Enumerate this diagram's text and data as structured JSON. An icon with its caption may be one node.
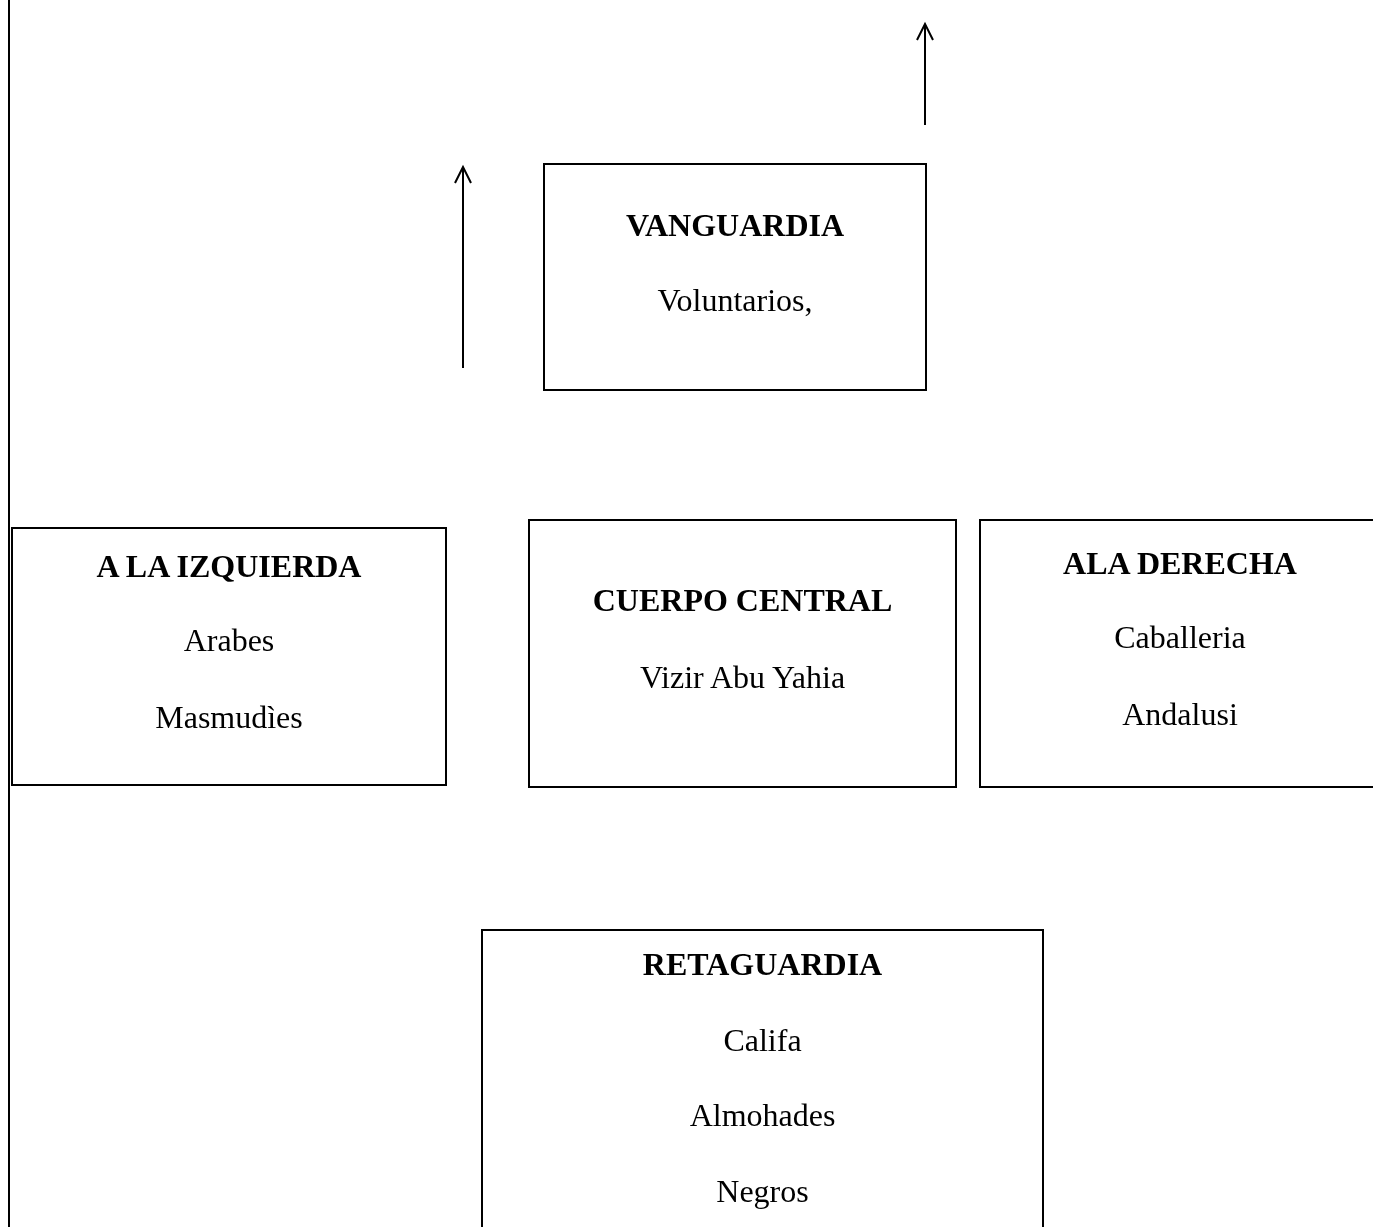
{
  "diagram": {
    "nodes": [
      {
        "text": [
          "VANGUARDIA",
          "Voluntarios,"
        ]
      },
      {
        "text": [
          "A LA IZQUIERDA",
          "Arabes",
          "Masmudìes"
        ]
      },
      {
        "text": [
          "CUERPO CENTRAL",
          "Vizir Abu Yahia"
        ]
      },
      {
        "text": [
          "ALA DERECHA",
          "Caballeria",
          "Andalusi"
        ]
      },
      {
        "text": [
          "RETAGUARDIA",
          "Califa",
          "Almohades",
          "Negros"
        ]
      }
    ]
  }
}
